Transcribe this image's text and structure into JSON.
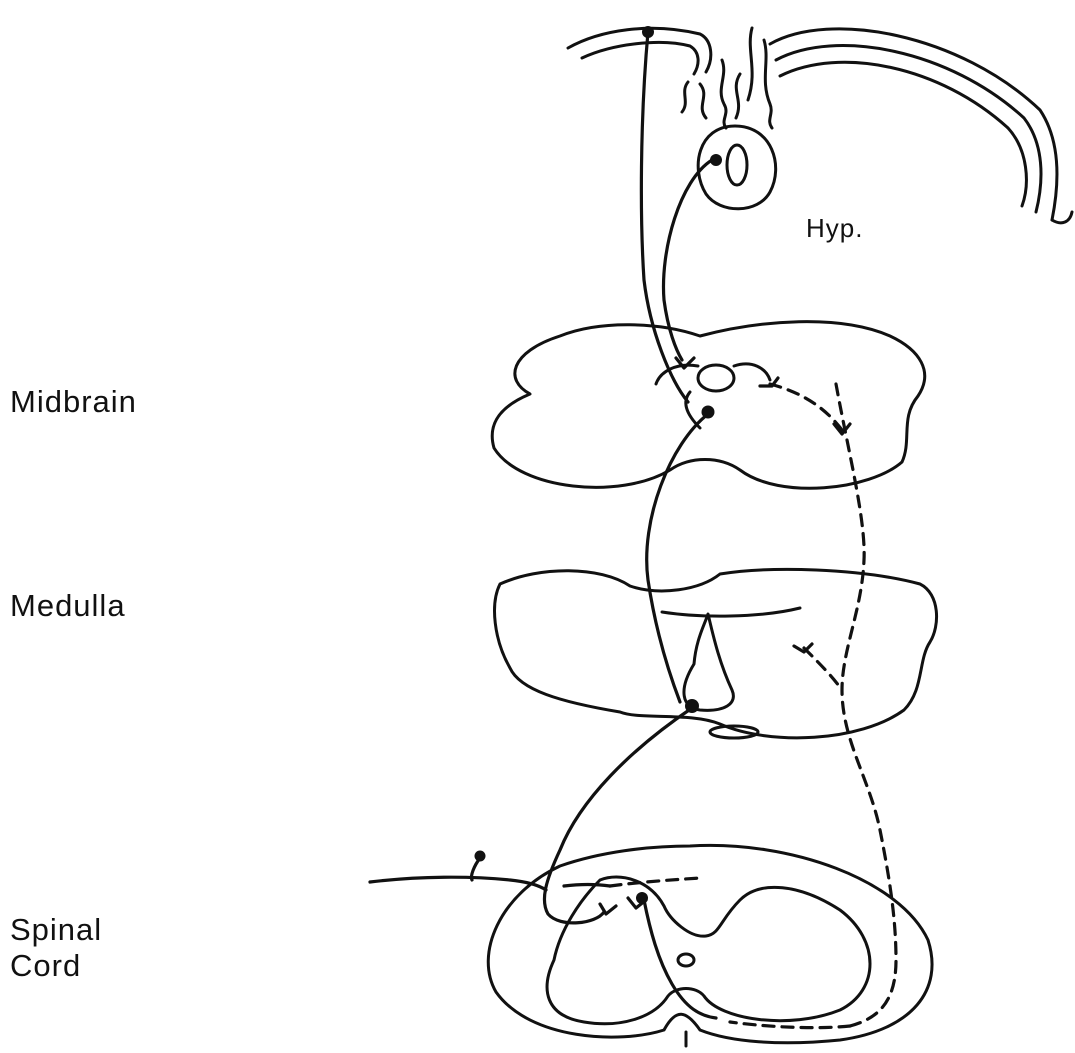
{
  "labels": {
    "hyp": "Hyp.",
    "midbrain": "Midbrain",
    "medulla": "Medulla",
    "spinal_line1": "Spinal",
    "spinal_line2": "Cord"
  },
  "colors": {
    "ink": "#111111",
    "background": "#ffffff"
  }
}
